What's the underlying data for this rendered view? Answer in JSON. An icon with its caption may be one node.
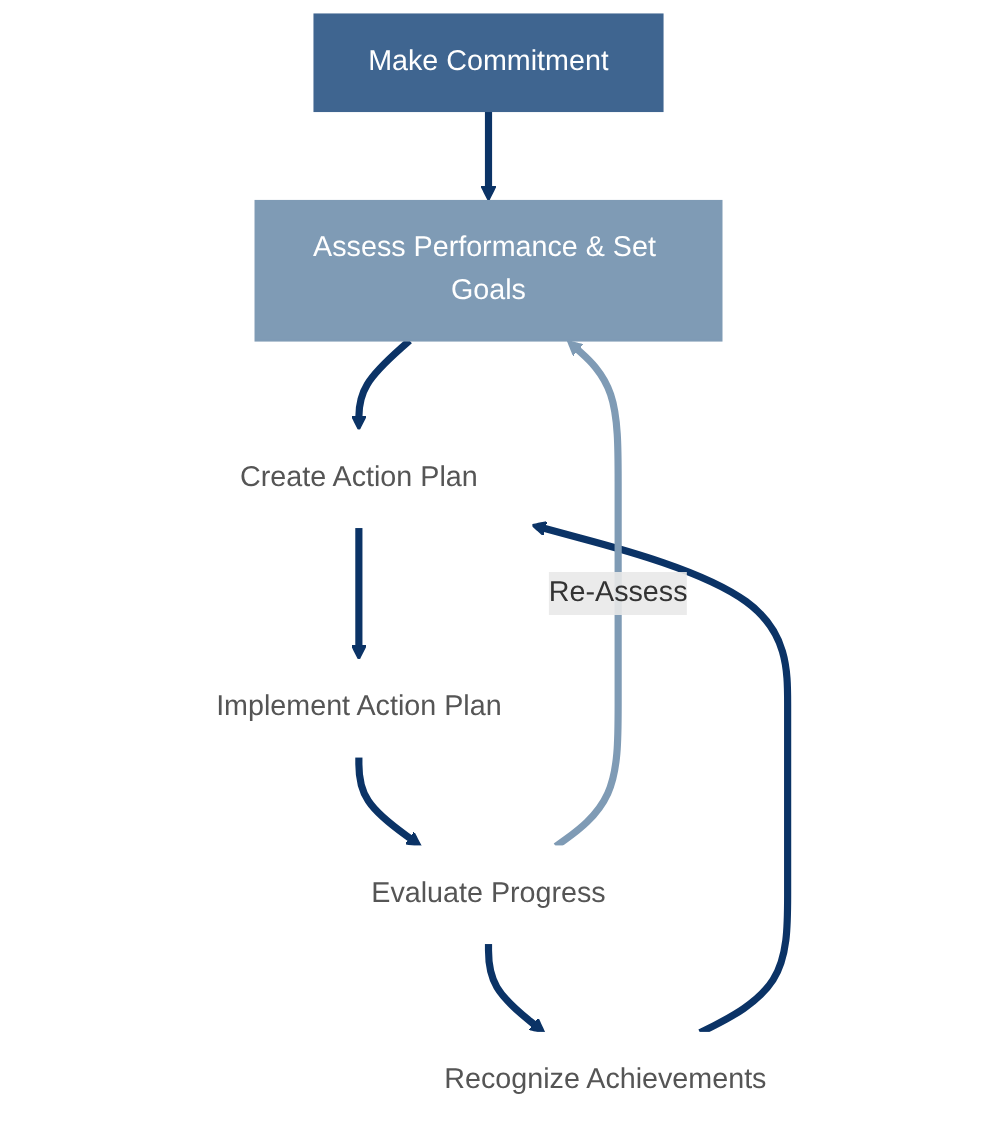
{
  "diagram": {
    "nodes": [
      {
        "text": [
          "Make Commitment"
        ]
      },
      {
        "text": [
          "Assess Performance & Set Goals"
        ]
      },
      {
        "text": [
          "Create Action Plan"
        ]
      },
      {
        "text": [
          "Implement Action Plan"
        ]
      },
      {
        "text": [
          "Evaluate Progress"
        ]
      },
      {
        "text": [
          "Recognize Achievements"
        ]
      }
    ],
    "edges": [
      {
        "from": 0,
        "to": 1,
        "arrow": "to"
      },
      {
        "from": 1,
        "to": 2,
        "arrow": "to"
      },
      {
        "from": 2,
        "to": 3,
        "arrow": "to"
      },
      {
        "from": 3,
        "to": 4,
        "arrow": "to"
      },
      {
        "from": 4,
        "to": 5,
        "arrow": "to"
      },
      {
        "from": 5,
        "to": 2,
        "arrow": "to"
      },
      {
        "from": 4,
        "to": 1,
        "arrow": "to",
        "label": "Re-Assess",
        "color": "#7f9bb5"
      }
    ]
  }
}
